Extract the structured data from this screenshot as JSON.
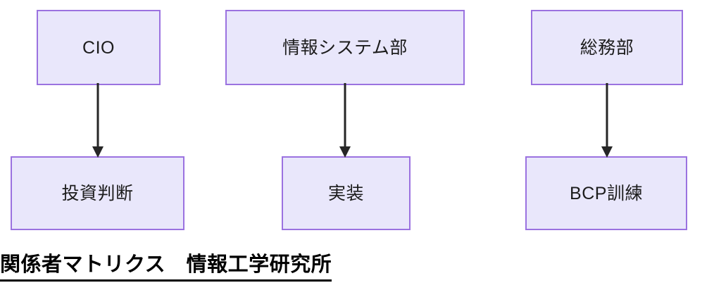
{
  "diagram": {
    "title": "関係者マトリクス　情報工学研究所",
    "colors": {
      "node_fill": "#e9e7fb",
      "node_border": "#9b72e0",
      "connector": "#262626",
      "node_text": "#1c1c1c",
      "caption_text": "#000000",
      "background": "#ffffff"
    },
    "nodes": [
      {
        "id": "cio",
        "label": "CIO",
        "row": "top",
        "column": 1
      },
      {
        "id": "is_dept",
        "label": "情報システム部",
        "row": "top",
        "column": 2
      },
      {
        "id": "ga_dept",
        "label": "総務部",
        "row": "top",
        "column": 3
      },
      {
        "id": "investment",
        "label": "投資判断",
        "row": "bottom",
        "column": 1
      },
      {
        "id": "impl",
        "label": "実装",
        "row": "bottom",
        "column": 2
      },
      {
        "id": "bcp",
        "label": "BCP訓練",
        "row": "bottom",
        "column": 3
      }
    ],
    "edges": [
      {
        "id": "edge-cio-investment",
        "from": "CIO",
        "to": "投資判断",
        "arrow": "down"
      },
      {
        "id": "edge-is-impl",
        "from": "情報システム部",
        "to": "実装",
        "arrow": "down"
      },
      {
        "id": "edge-ga-bcp",
        "from": "総務部",
        "to": "BCP訓練",
        "arrow": "down"
      }
    ]
  }
}
